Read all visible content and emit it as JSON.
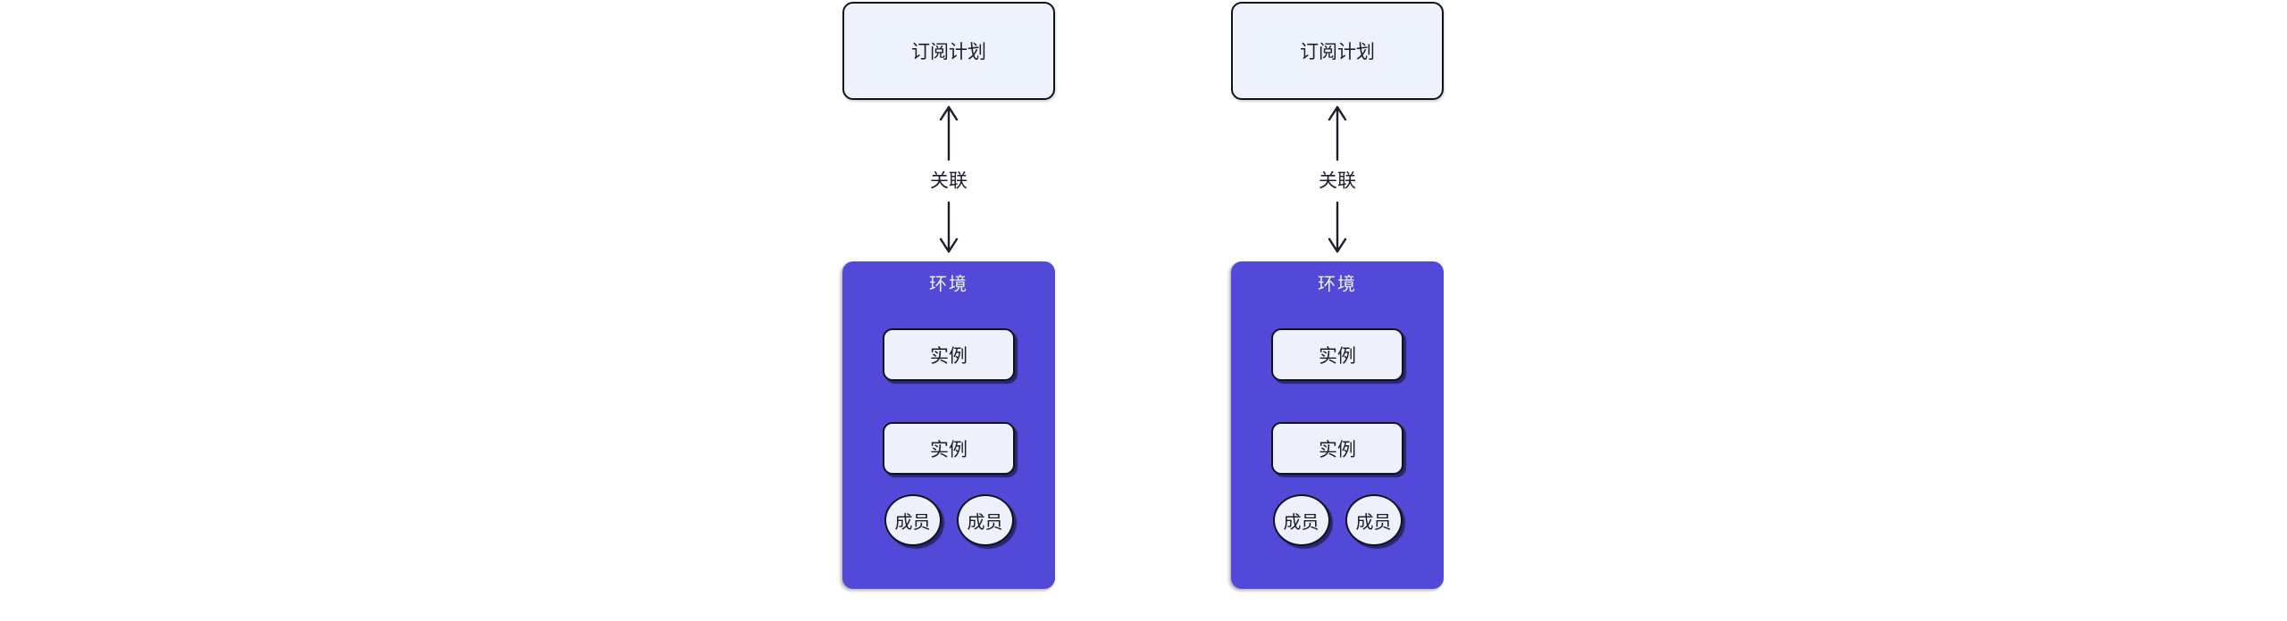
{
  "diagram": {
    "type": "relationship-diagram",
    "background": "#ffffff",
    "colors": {
      "plan_fill": "#edf2fb",
      "node_fill": "#eef1f9",
      "node_border": "#12121e",
      "env_fill": "#5349d8",
      "env_title_text": "#f2f3fc",
      "text": "#1d1d2b",
      "arrow": "#1d1d2b",
      "canvas_bg": "#ffffff"
    },
    "columns": [
      {
        "plan_label": "订阅计划",
        "edge_label": "关联",
        "env_label": "环境",
        "instances": [
          "实例",
          "实例"
        ],
        "members": [
          "成员",
          "成员"
        ]
      },
      {
        "plan_label": "订阅计划",
        "edge_label": "关联",
        "env_label": "环境",
        "instances": [
          "实例",
          "实例"
        ],
        "members": [
          "成员",
          "成员"
        ]
      }
    ]
  }
}
